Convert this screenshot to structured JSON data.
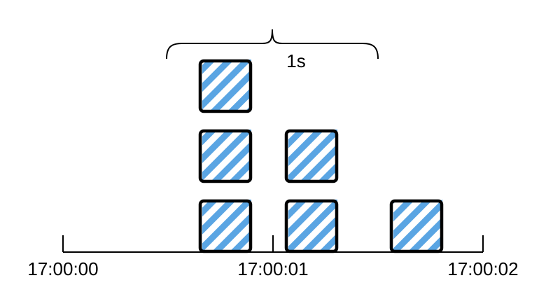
{
  "timeline": {
    "ticks": [
      {
        "label": "17:00:00",
        "time_s": 0
      },
      {
        "label": "17:00:01",
        "time_s": 1
      },
      {
        "label": "17:00:02",
        "time_s": 2
      }
    ]
  },
  "window": {
    "label": "1s",
    "start_s": 0.5,
    "end_s": 1.5
  },
  "requests": [
    {
      "time_s": 0.66,
      "stack_level": 1
    },
    {
      "time_s": 0.66,
      "stack_level": 2
    },
    {
      "time_s": 0.66,
      "stack_level": 3
    },
    {
      "time_s": 1.07,
      "stack_level": 1
    },
    {
      "time_s": 1.07,
      "stack_level": 2
    },
    {
      "time_s": 1.57,
      "stack_level": 1
    }
  ],
  "colors": {
    "stripe": "#5aa5e3",
    "outline": "#000000",
    "line": "#000000"
  }
}
